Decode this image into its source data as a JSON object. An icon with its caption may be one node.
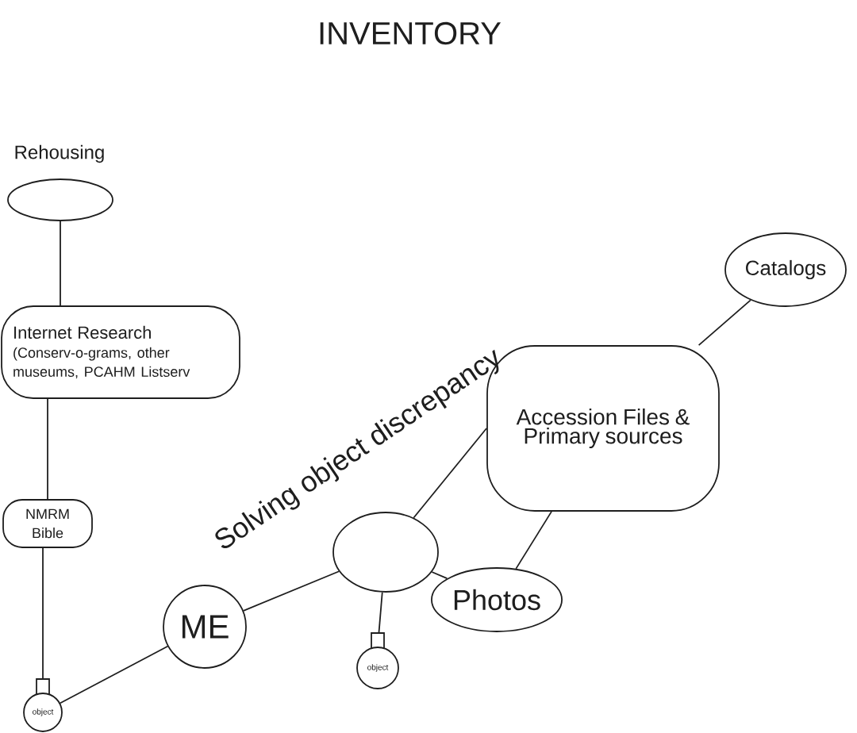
{
  "diagram": {
    "title": "INVENTORY",
    "nodes": [
      {
        "text": [],
        "shape": "ellipse"
      },
      {
        "text": [
          "Internet Research",
          "(Conserv-o-grams, other museums, PCAHM Listserv"
        ]
      },
      {
        "text": [
          "NMRM Bible"
        ]
      },
      {
        "text": [
          "Catalogs"
        ]
      },
      {
        "text": [
          "Accession Files & Primary sources"
        ]
      },
      {
        "text": [],
        "shape": "ellipse"
      },
      {
        "text": [
          "ME"
        ]
      },
      {
        "text": [
          "Photos"
        ]
      },
      {
        "text": [
          "object"
        ]
      },
      {
        "text": [
          "object"
        ]
      }
    ],
    "edges": [
      {
        "from": 0,
        "to": 1,
        "arrow": "none"
      },
      {
        "from": 1,
        "to": 2,
        "arrow": "none"
      },
      {
        "from": 2,
        "to": 9,
        "arrow": "none"
      },
      {
        "from": 9,
        "to": 6,
        "arrow": "none"
      },
      {
        "from": 6,
        "to": 5,
        "arrow": "none"
      },
      {
        "from": 5,
        "to": 4,
        "arrow": "none"
      },
      {
        "from": 5,
        "to": 7,
        "arrow": "none"
      },
      {
        "from": 5,
        "to": 8,
        "arrow": "none"
      },
      {
        "from": 4,
        "to": 7,
        "arrow": "none"
      },
      {
        "from": 4,
        "to": 3,
        "arrow": "none"
      }
    ],
    "labels": [
      "Rehousing",
      "Solving object discrepancy"
    ]
  }
}
